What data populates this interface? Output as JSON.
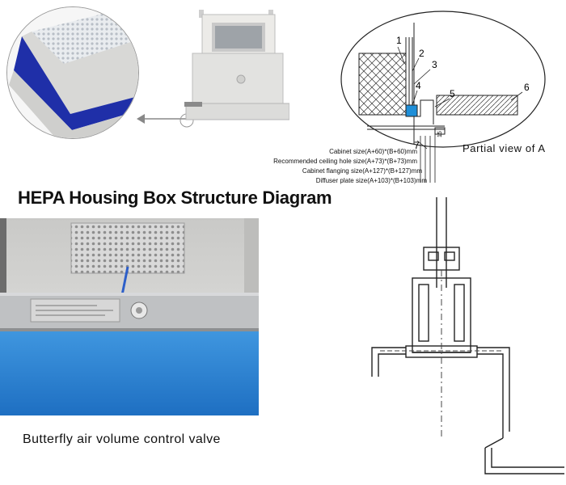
{
  "title": "HEPA Housing Box Structure Diagram",
  "partial_view_label": "Partial view of A",
  "callouts": [
    "1",
    "2",
    "3",
    "4",
    "5",
    "6",
    "7"
  ],
  "dimension_labels": {
    "cabinet_size": "Cabinet size(A+60)*(B+60)mm",
    "ceiling_hole": "Recommended ceiling hole size(A+73)*(B+73)mm",
    "cabinet_flanging": "Cabinet flanging size(A+127)*(B+127)mm",
    "diffuser_plate": "Diffuser plate size(A+103)*(B+103)mm"
  },
  "small_dimension": "15",
  "valve_caption": "Butterfly air volume control valve",
  "colors": {
    "blue_gasket": "#1f2fa8",
    "blue_panel": "#2a86d8",
    "box_grey": "#e2e2e0",
    "line": "#222222"
  }
}
